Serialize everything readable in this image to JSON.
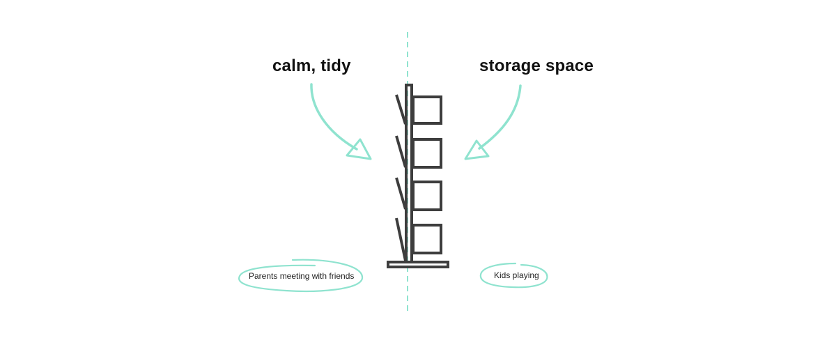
{
  "diagram": {
    "left_heading": "calm, tidy",
    "right_heading": "storage space",
    "left_bubble": "Parents meeting with friends",
    "right_bubble": "Kids playing"
  },
  "colors": {
    "accent": "#8fe3cf",
    "structure": "#3d3d3d",
    "text": "#111111"
  }
}
